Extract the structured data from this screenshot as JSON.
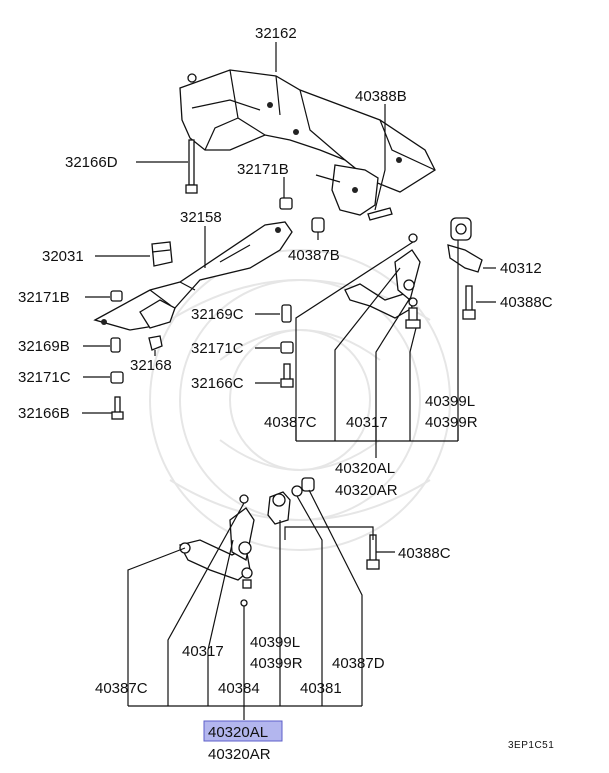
{
  "diagram": {
    "figure_code": "3EP1C51",
    "highlight_color": "#b3b6ee",
    "labels": {
      "p32162": "32162",
      "p40388B": "40388B",
      "p32166D": "32166D",
      "p32171B_top": "32171B",
      "p32158": "32158",
      "p32031": "32031",
      "p40387B": "40387B",
      "p40312": "40312",
      "p32171B_left": "32171B",
      "p40388C_right": "40388C",
      "p32169C": "32169C",
      "p32169B": "32169B",
      "p32171C_mid": "32171C",
      "p32168": "32168",
      "p32171C_left": "32171C",
      "p32166C": "32166C",
      "p40399L_upper": "40399L",
      "p40399R_upper": "40399R",
      "p32166B": "32166B",
      "p40387C_upper": "40387C",
      "p40317_upper": "40317",
      "p40320AL_upper": "40320AL",
      "p40320AR_upper": "40320AR",
      "p40388C_lower": "40388C",
      "p40399L_lower": "40399L",
      "p40317_lower": "40317",
      "p40399R_lower": "40399R",
      "p40387D": "40387D",
      "p40387C_lower": "40387C",
      "p40384": "40384",
      "p40381": "40381",
      "p40320AL_lower": "40320AL",
      "p40320AR_lower": "40320AR"
    }
  }
}
